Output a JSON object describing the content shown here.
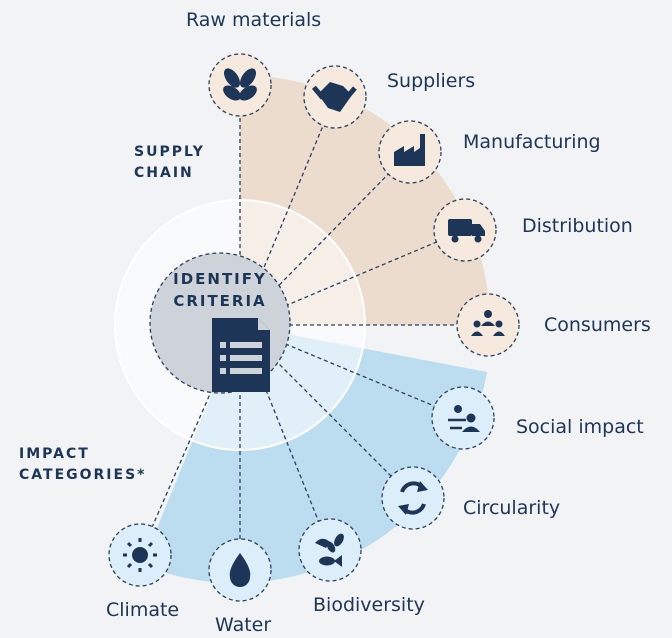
{
  "center": {
    "line1": "IDENTIFY",
    "line2": "CRITERIA",
    "icon": "document-list-icon"
  },
  "groups": {
    "supply_chain": {
      "line1": "SUPPLY",
      "line2": "CHAIN"
    },
    "impact_categories": {
      "line1": "IMPACT",
      "line2": "CATEGORIES*"
    }
  },
  "supply_chain_nodes": [
    {
      "label": "Raw materials",
      "icon": "leaves-icon"
    },
    {
      "label": "Suppliers",
      "icon": "handshake-icon"
    },
    {
      "label": "Manufacturing",
      "icon": "factory-icon"
    },
    {
      "label": "Distribution",
      "icon": "truck-icon"
    },
    {
      "label": "Consumers",
      "icon": "people-group-icon"
    }
  ],
  "impact_nodes": [
    {
      "label": "Social impact",
      "icon": "social-people-icon"
    },
    {
      "label": "Circularity",
      "icon": "recycle-arrows-icon"
    },
    {
      "label": "Biodiversity",
      "icon": "bird-plant-fish-icon"
    },
    {
      "label": "Water",
      "icon": "water-drop-icon"
    },
    {
      "label": "Climate",
      "icon": "sun-icon"
    }
  ],
  "colors": {
    "background": "#f1f3f5",
    "supply_fan": "#ecdccd",
    "impact_fan": "#bcdcef",
    "node_fill": "#f6e9de",
    "node_fill_impact": "#dbeefa",
    "center_fill": "#cdd3d9",
    "navy": "#1d3557"
  }
}
